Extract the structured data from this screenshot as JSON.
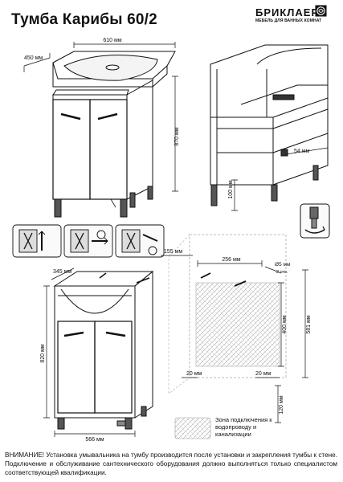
{
  "header": {
    "title": "Тумба Карибы 60/2",
    "brand": "БРИКЛАЕР",
    "brand_tagline": "МЕБЕЛЬ ДЛЯ ВАННЫХ КОМНАТ",
    "logo_icon": "rose-icon"
  },
  "top_view": {
    "width_label": "610 мм",
    "depth_label": "450 мм",
    "height_label": "870 мм"
  },
  "frame_view": {
    "leg_height_label": "100 мм",
    "shelf_label": "54 мм"
  },
  "mounting_steps": [
    "step-1",
    "step-2",
    "step-3"
  ],
  "wall_layout": {
    "offset_label": "155 мм",
    "hole_spacing_label": "256 мм",
    "hole_diameter_label": "Ø5 мм",
    "hole_count_label": "2 отв.",
    "zone_height_label": "400 мм",
    "total_height_label": "581 мм",
    "left_margin_label": "20 мм",
    "right_margin_label": "20 мм",
    "floor_gap_label": "120 мм"
  },
  "front_view": {
    "depth_label": "345 мм",
    "height_label": "820 мм",
    "width_label": "566 мм"
  },
  "legend": {
    "zone_text": "Зона подключения к водопроводу и канализации"
  },
  "notice": {
    "text": "ВНИМАНИЕ! Установка умывальника на тумбу производится после установки и закрепления тумбы к стене. Подключение и обслуживание сантехнического оборудования должно выполняться только специалистом соответствующей квалификации."
  }
}
